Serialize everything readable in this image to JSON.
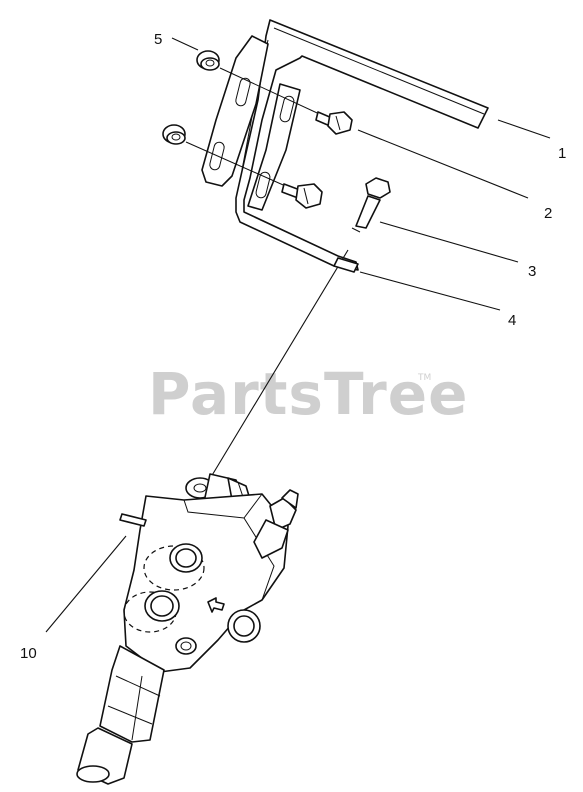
{
  "watermark": {
    "text": "PartsTree",
    "trademark": "TM"
  },
  "callouts": [
    {
      "id": "1",
      "label": "1"
    },
    {
      "id": "2",
      "label": "2"
    },
    {
      "id": "3",
      "label": "3"
    },
    {
      "id": "4",
      "label": "4"
    },
    {
      "id": "5",
      "label": "5"
    },
    {
      "id": "10",
      "label": "10"
    }
  ]
}
